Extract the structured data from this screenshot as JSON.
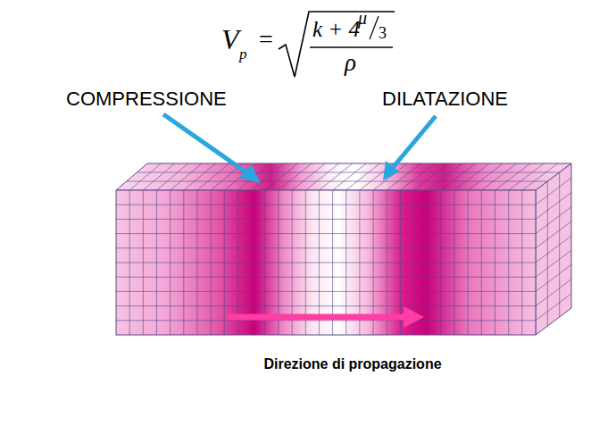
{
  "diagram": {
    "labels": [
      "V",
      "p",
      "=",
      "k + 4",
      "μ",
      "3",
      "ρ",
      "COMPRESSIONE",
      "DILATAZIONE",
      "Direzione di propagazione"
    ]
  }
}
